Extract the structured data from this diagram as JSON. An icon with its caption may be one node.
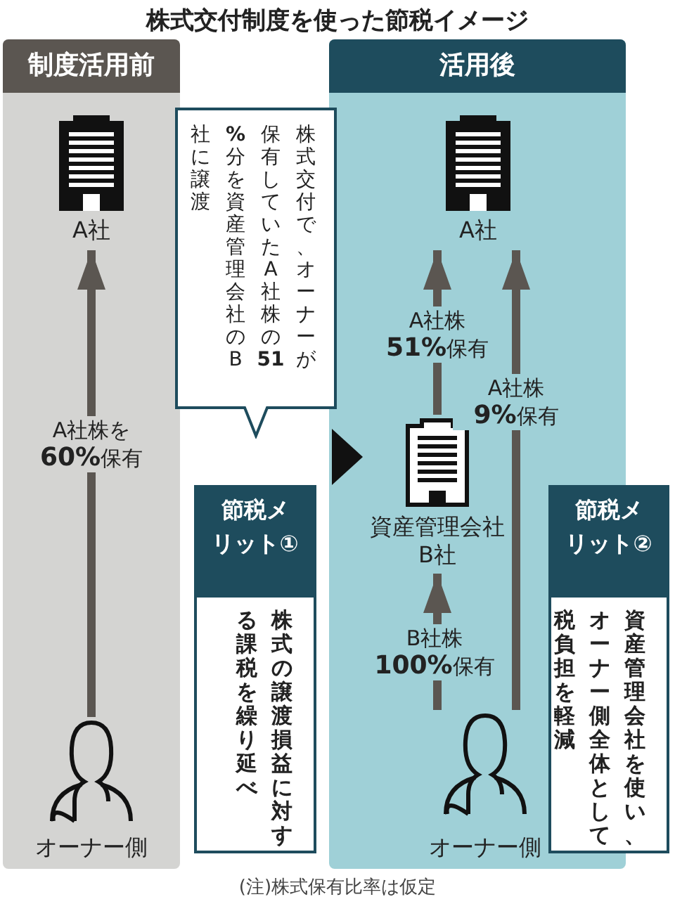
{
  "diagram": {
    "title": "株式交付制度を使った節税イメージ",
    "nodes": [
      {
        "text": [
          "制度活用前"
        ]
      },
      {
        "text": [
          "活用後"
        ]
      },
      {
        "text": [
          "A社"
        ],
        "in": 0
      },
      {
        "text": [
          "オーナー側"
        ],
        "in": 0
      },
      {
        "text": [
          "A社"
        ],
        "in": 1
      },
      {
        "text": [
          "資産管理会社B社"
        ],
        "in": 1
      },
      {
        "text": [
          "オーナー側"
        ],
        "in": 1
      },
      {
        "text": [
          "株式交付で、オーナーが保有していたA社株の**51%**分を資産管理会社のB社に譲渡"
        ]
      },
      {
        "text": [
          "節税メリット①",
          "株式の譲渡損益に対する課税を繰り延べ"
        ]
      },
      {
        "text": [
          "節税メリット②",
          "資産管理会社を使い、オーナー側全体として税負担を軽減"
        ]
      }
    ],
    "edges": [
      {
        "from": 3,
        "to": 2,
        "arrow": "to",
        "label": "A社株を**60%**保有"
      },
      {
        "from": null,
        "to": 5,
        "arrow": "to",
        "style": "thick",
        "color": "#111111"
      },
      {
        "from": 5,
        "to": 4,
        "arrow": "to",
        "label": "A社株**51%**保有"
      },
      {
        "from": 6,
        "to": 4,
        "arrow": "to",
        "label": "A社株**9%**保有"
      },
      {
        "from": 6,
        "to": 5,
        "arrow": "to",
        "label": "B社株**100%**保有"
      }
    ],
    "labels": [
      "(注)株式保有比率は仮定"
    ]
  }
}
